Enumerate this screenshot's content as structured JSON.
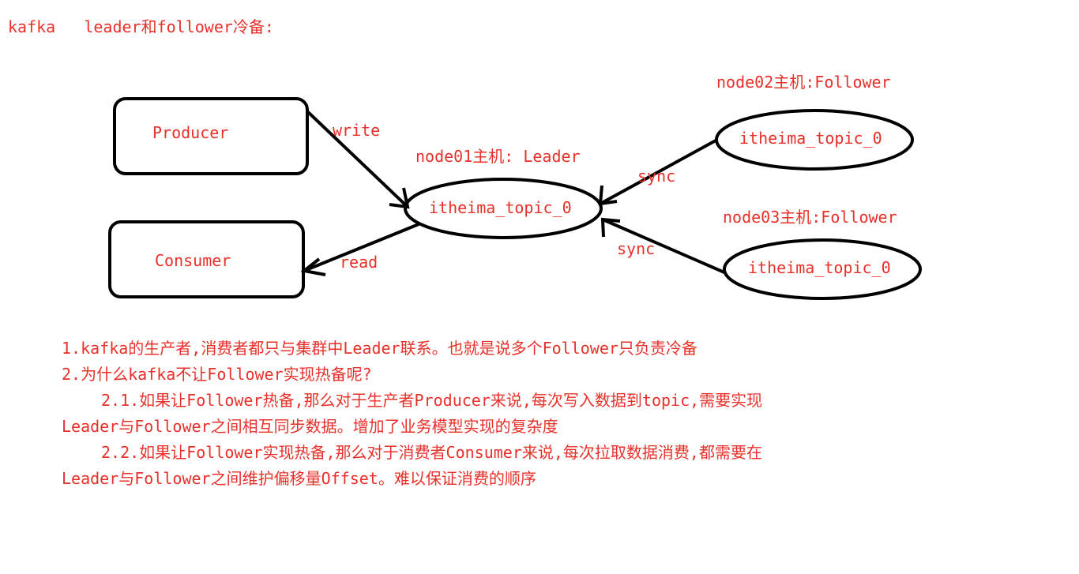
{
  "title": "kafka   leader和follower冷备:",
  "colors": {
    "text": "#e8302a",
    "stroke": "#000000",
    "background": "#ffffff"
  },
  "diagram": {
    "producer_label": "Producer",
    "consumer_label": "Consumer",
    "write_label": "write",
    "read_label": "read",
    "leader_caption": "node01主机: Leader",
    "leader_topic": "itheima_topic_0",
    "follower1_caption": "node02主机:Follower",
    "follower1_topic": "itheima_topic_0",
    "follower2_caption": "node03主机:Follower",
    "follower2_topic": "itheima_topic_0",
    "sync1_label": "sync",
    "sync2_label": "sync"
  },
  "notes": {
    "p1": "1.kafka的生产者,消费者都只与集群中Leader联系。也就是说多个Follower只负责冷备",
    "p2": "2.为什么kafka不让Follower实现热备呢?",
    "p2_1": "2.1.如果让Follower热备,那么对于生产者Producer来说,每次写入数据到topic,需要实现Leader与Follower之间相互同步数据。增加了业务模型实现的复杂度",
    "p2_2": "2.2.如果让Follower实现热备,那么对于消费者Consumer来说,每次拉取数据消费,都需要在Leader与Follower之间维护偏移量Offset。难以保证消费的顺序"
  }
}
